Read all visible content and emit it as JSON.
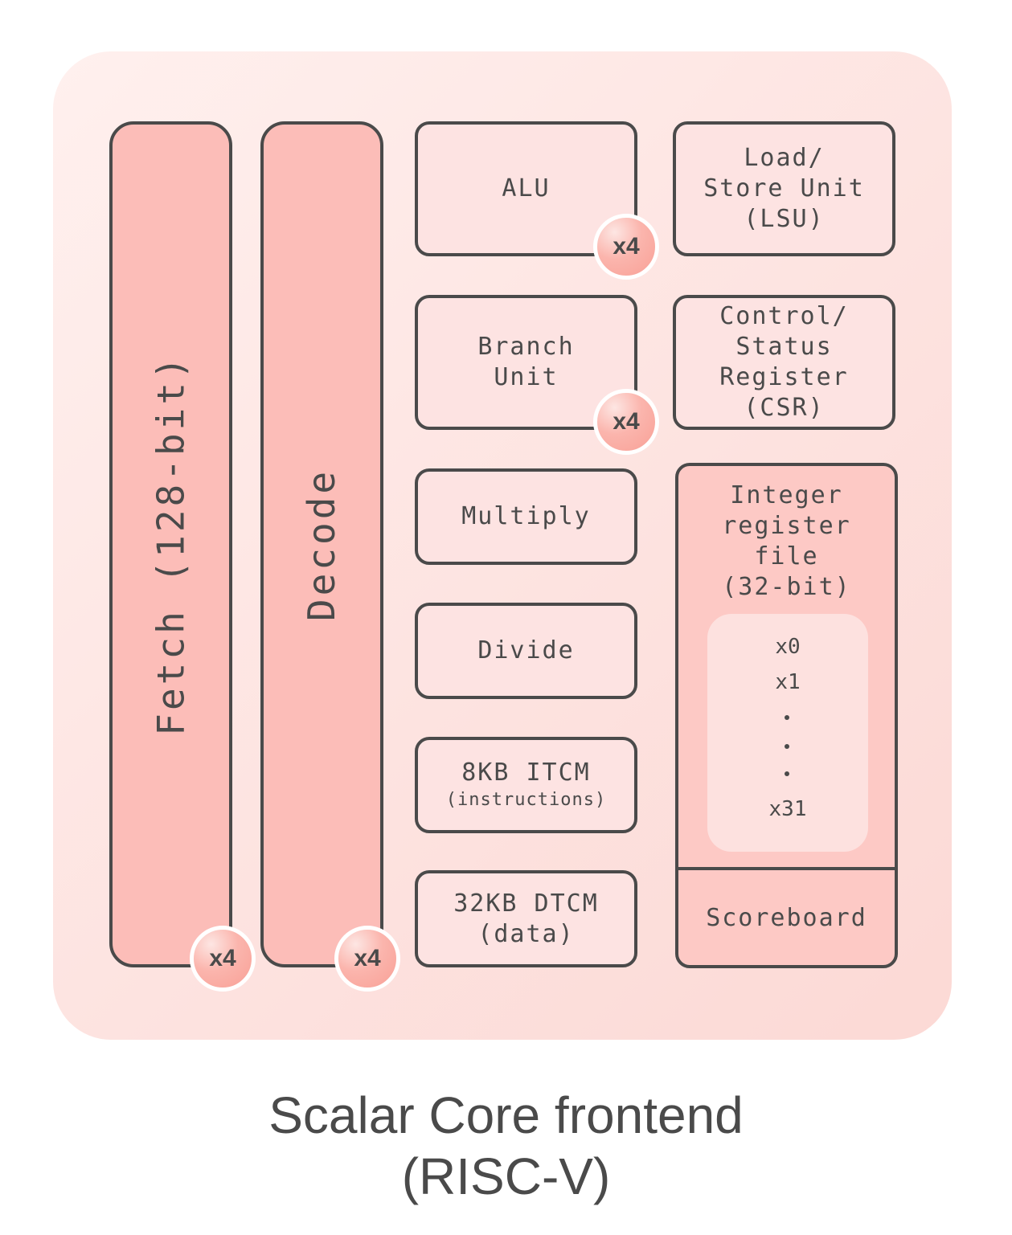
{
  "diagram": {
    "title_line1": "Scalar Core frontend",
    "title_line2": "(RISC-V)",
    "colors": {
      "panel_bg": "#fde3e0",
      "tall_block_fill": "#fcbdb8",
      "unit_fill": "#fde3e2",
      "register_file_fill": "#fdc9c5",
      "border": "#4a4a4a",
      "badge_fill": "#fbb5ad"
    },
    "pipeline": {
      "fetch": {
        "label": "Fetch (128-bit)",
        "multiplier": "x4"
      },
      "decode": {
        "label": "Decode",
        "multiplier": "x4"
      }
    },
    "units": {
      "alu": {
        "label": "ALU",
        "multiplier": "x4"
      },
      "lsu": {
        "line1": "Load/",
        "line2": "Store Unit",
        "line3": "(LSU)"
      },
      "branch": {
        "line1": "Branch",
        "line2": "Unit",
        "multiplier": "x4"
      },
      "csr": {
        "line1": "Control/",
        "line2": "Status",
        "line3": "Register",
        "line4": "(CSR)"
      },
      "multiply": {
        "label": "Multiply"
      },
      "divide": {
        "label": "Divide"
      },
      "itcm": {
        "line1": "8KB ITCM",
        "line2": "(instructions)"
      },
      "dtcm": {
        "line1": "32KB DTCM",
        "line2": "(data)"
      }
    },
    "register_file": {
      "line1": "Integer",
      "line2": "register",
      "line3": "file",
      "line4": "(32-bit)",
      "registers": [
        "x0",
        "x1",
        "x31"
      ],
      "scoreboard": "Scoreboard"
    }
  }
}
